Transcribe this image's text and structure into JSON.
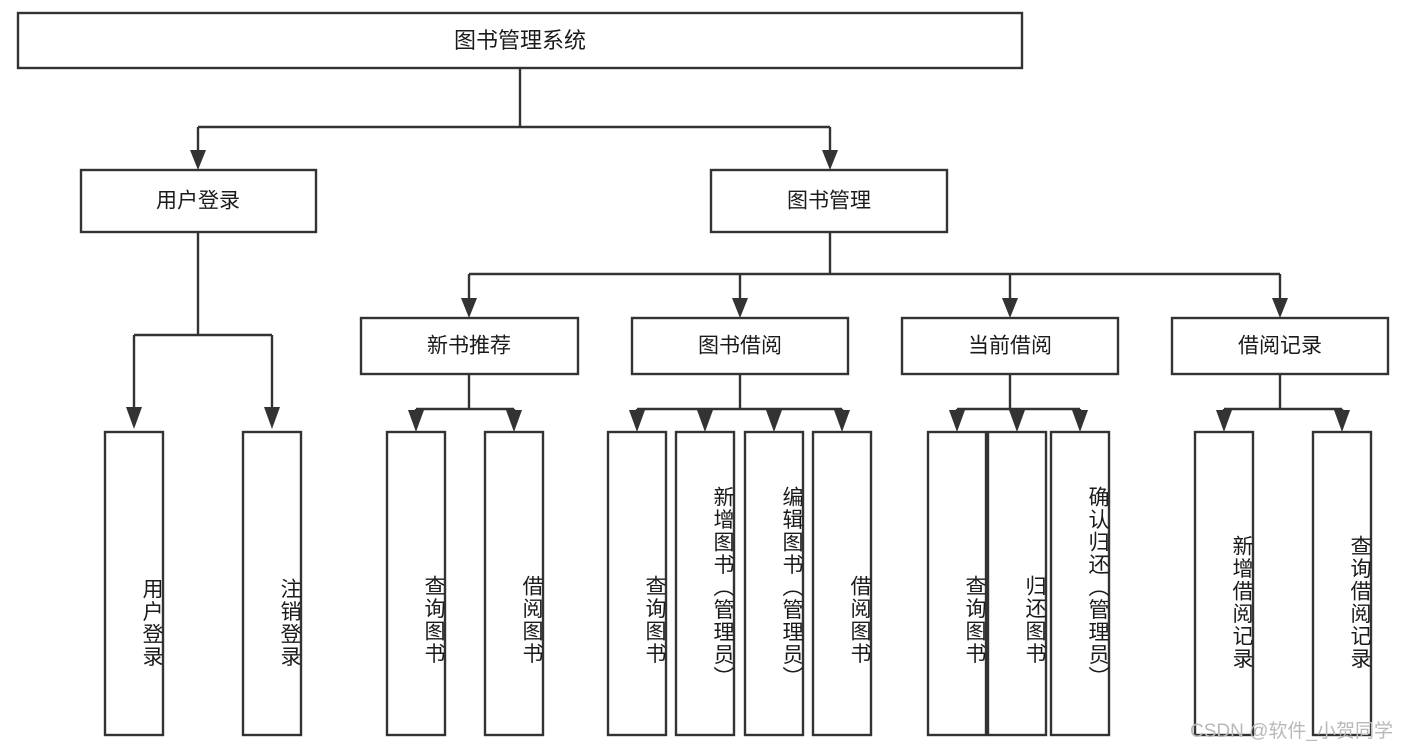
{
  "diagram": {
    "type": "tree",
    "title": "图书管理系统",
    "root": {
      "label": "图书管理系统"
    },
    "level2": [
      {
        "label": "用户登录"
      },
      {
        "label": "图书管理"
      }
    ],
    "level3": [
      {
        "label": "新书推荐"
      },
      {
        "label": "图书借阅"
      },
      {
        "label": "当前借阅"
      },
      {
        "label": "借阅记录"
      }
    ],
    "leaves": {
      "user_login": [
        {
          "label": "用户登录"
        },
        {
          "label": "注销登录"
        }
      ],
      "new_book_recommend": [
        {
          "label": "查询图书"
        },
        {
          "label": "借阅图书"
        }
      ],
      "book_borrow": [
        {
          "label": "查询图书"
        },
        {
          "label": "新增图书（管理员）"
        },
        {
          "label": "编辑图书（管理员）"
        },
        {
          "label": "借阅图书"
        }
      ],
      "current_borrow": [
        {
          "label": "查询图书"
        },
        {
          "label": "归还图书"
        },
        {
          "label": "确认归还（管理员）"
        }
      ],
      "borrow_records": [
        {
          "label": "新增借阅记录"
        },
        {
          "label": "查询借阅记录"
        }
      ]
    }
  },
  "watermark": {
    "text": "CSDN @软件_小贺同学"
  },
  "colors": {
    "stroke": "#333333",
    "fill": "#ffffff",
    "text": "#1b1b1b",
    "watermark": "#b9b9b9"
  }
}
